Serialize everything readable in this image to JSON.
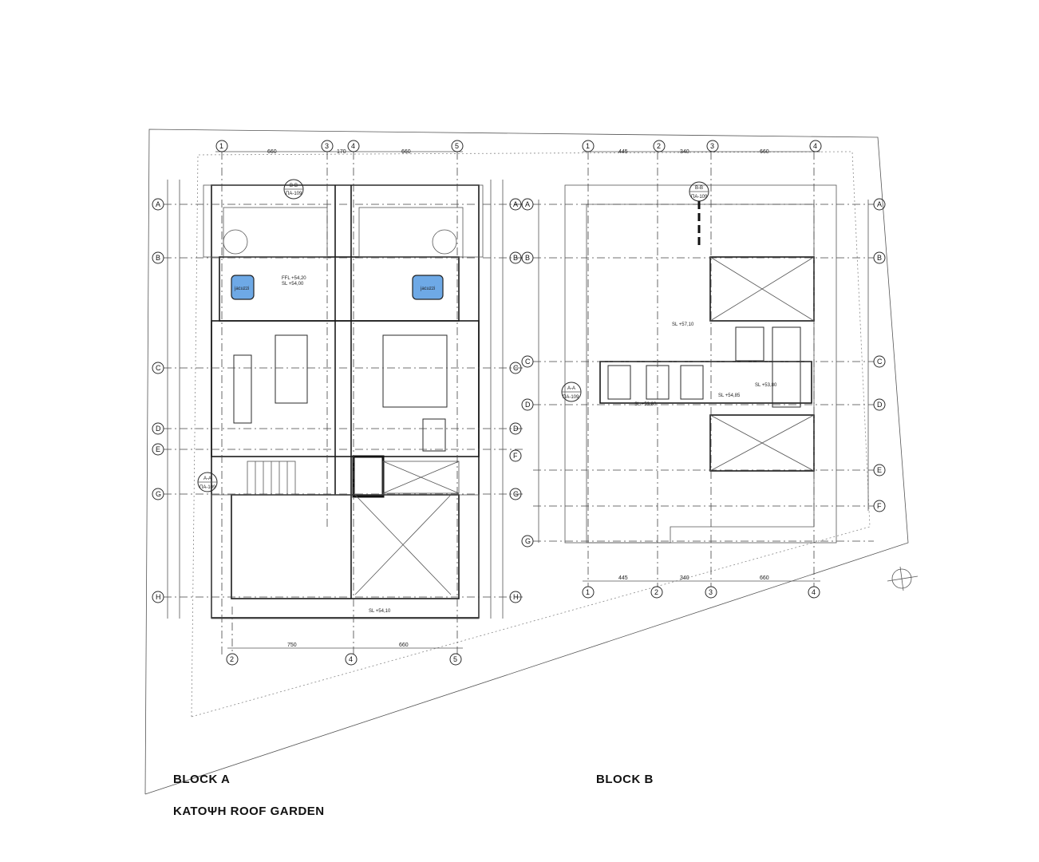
{
  "labels": {
    "block_a": "BLOCK A",
    "block_b": "BLOCK B",
    "plan_title": "ΚΑΤΟΨΗ ROOF GARDEN",
    "jacuzzi": "jacuzzi",
    "section_aa": "A-A",
    "section_bb": "B-B",
    "sheet_ref": "ΠΑ-109"
  },
  "block_a": {
    "axes_top": [
      "1",
      "3",
      "4",
      "5"
    ],
    "axes_bottom": [
      "2",
      "4",
      "5"
    ],
    "axes_rows": [
      "A",
      "B",
      "C",
      "D",
      "E",
      "F",
      "G",
      "H"
    ],
    "dims_top": [
      "660",
      "170",
      "660"
    ],
    "dims_bottom": [
      "750",
      "660"
    ],
    "levels": [
      "FFL +54,20",
      "SL +54,00",
      "SL +54,10"
    ]
  },
  "block_b": {
    "axes_top": [
      "1",
      "2",
      "3",
      "4"
    ],
    "axes_bottom": [
      "1",
      "2",
      "3",
      "4"
    ],
    "axes_rows": [
      "A",
      "B",
      "C",
      "D",
      "E",
      "F",
      "G"
    ],
    "dims_top": [
      "445",
      "340",
      "660"
    ],
    "dims_bottom": [
      "445",
      "340",
      "660"
    ],
    "levels": [
      "SL +57,10",
      "SL +53,80",
      "SL +54,85",
      "SL +53,80"
    ]
  }
}
